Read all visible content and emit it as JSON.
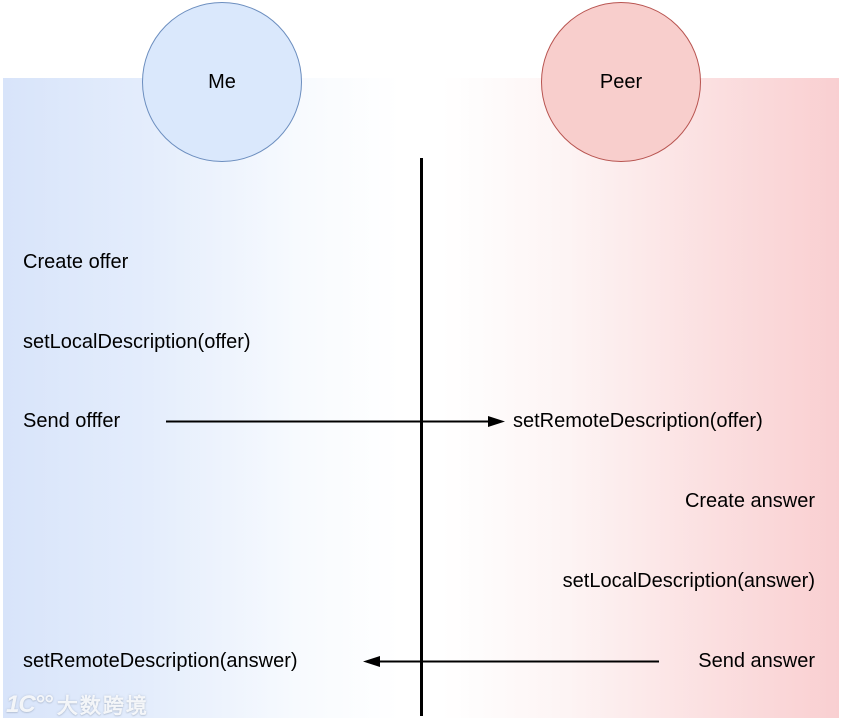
{
  "diagram": {
    "nodes": {
      "me": {
        "label": "Me",
        "fill": "#dae8fc",
        "border": "#6c8ebf"
      },
      "peer": {
        "label": "Peer",
        "fill": "#f8cecc",
        "border": "#b85450"
      }
    },
    "lanes": {
      "left_color": "#d8e4fa",
      "right_color": "#f9cfd1",
      "divider_color": "#000000"
    },
    "steps": {
      "create_offer": "Create offer",
      "set_local_offer": "setLocalDescription(offer)",
      "send_offer": "Send offfer",
      "set_remote_offer": "setRemoteDescription(offer)",
      "create_answer": "Create answer",
      "set_local_answer": "setLocalDescription(answer)",
      "set_remote_answer": "setRemoteDescription(answer)",
      "send_answer": "Send answer"
    },
    "arrows": [
      {
        "name": "offer-arrow",
        "direction": "right",
        "from": "Send offfer",
        "to": "setRemoteDescription(offer)"
      },
      {
        "name": "answer-arrow",
        "direction": "left",
        "from": "Send answer",
        "to": "setRemoteDescription(answer)"
      }
    ]
  },
  "watermark": {
    "logo": "1C°°",
    "text": "大数跨境"
  }
}
